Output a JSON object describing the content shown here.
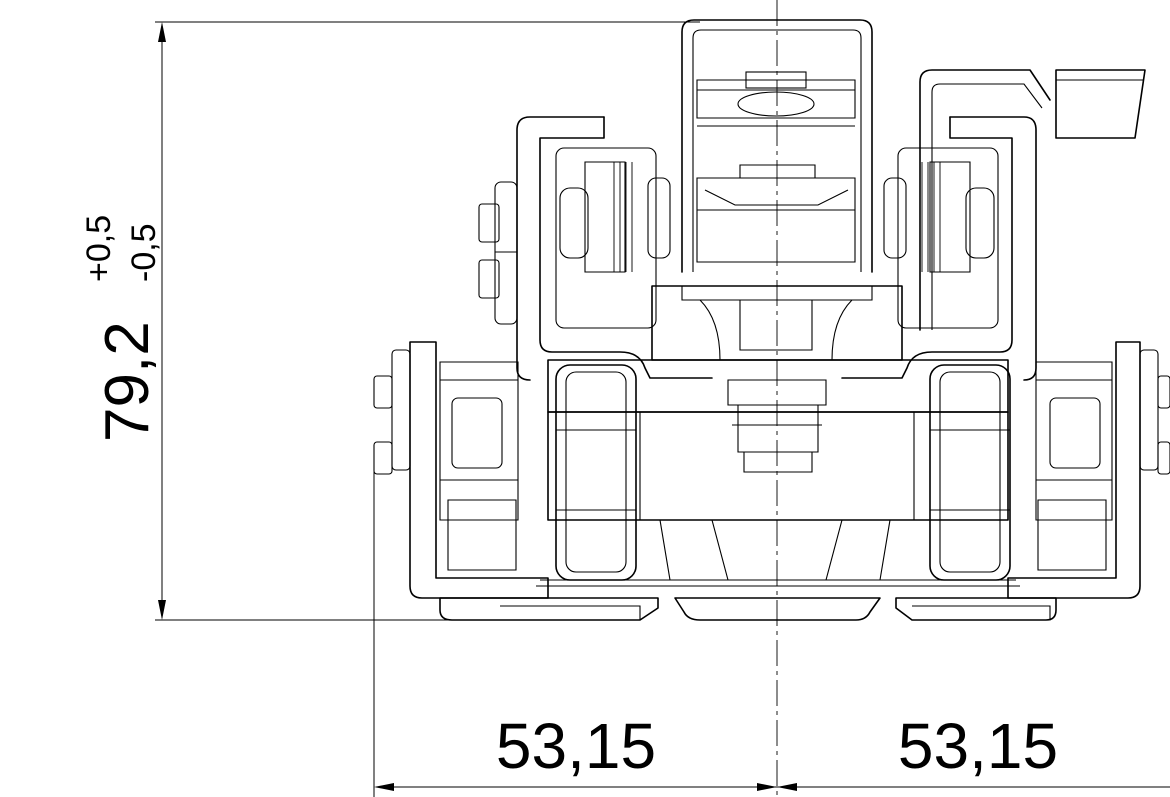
{
  "dimensions": {
    "height": {
      "value": "79,2",
      "tol_upper": "+0,5",
      "tol_lower": "-0,5"
    },
    "width_left": {
      "value": "53,15"
    },
    "width_right": {
      "value": "53,15"
    }
  }
}
